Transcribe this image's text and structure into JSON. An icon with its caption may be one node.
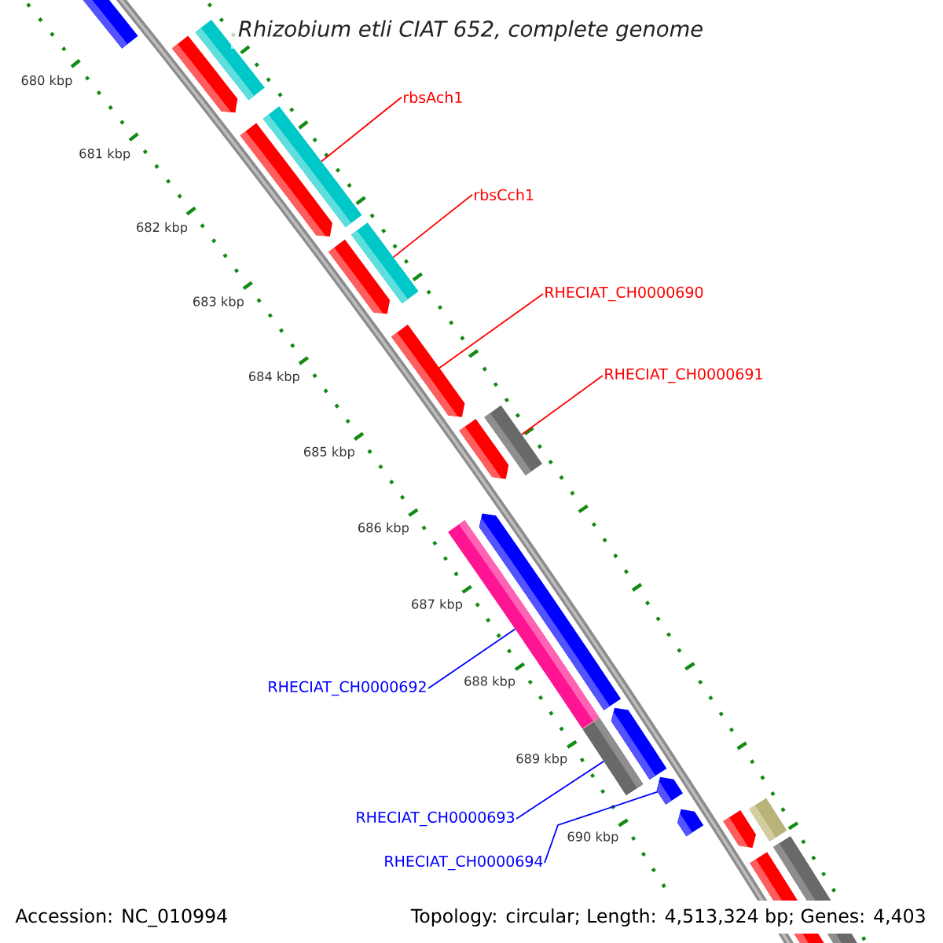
{
  "diagram": {
    "title": "Rhizobium etli CIAT 652, complete genome",
    "nodes": [
      {
        "text": [
          "rbsAch1"
        ]
      },
      {
        "text": [
          "rbsCch1"
        ]
      },
      {
        "text": [
          "RHECIAT_CH0000690"
        ]
      },
      {
        "text": [
          "RHECIAT_CH0000691"
        ]
      },
      {
        "text": [
          "RHECIAT_CH0000692"
        ]
      },
      {
        "text": [
          "RHECIAT_CH0000693"
        ]
      },
      {
        "text": [
          "RHECIAT_CH0000694"
        ]
      },
      {
        "text": [],
        "shape": "bar"
      },
      {
        "text": [],
        "shape": "bar"
      },
      {
        "text": [],
        "shape": "pentagon"
      },
      {
        "text": [],
        "shape": "bar"
      },
      {
        "text": [],
        "shape": "pentagon"
      },
      {
        "text": [],
        "shape": "bar"
      },
      {
        "text": [],
        "shape": "pentagon"
      },
      {
        "text": [],
        "shape": "pentagon"
      },
      {
        "text": [],
        "shape": "bar"
      },
      {
        "text": [],
        "shape": "pentagon"
      },
      {
        "text": [],
        "shape": "pentagon"
      },
      {
        "text": [],
        "shape": "bar"
      },
      {
        "text": [],
        "shape": "pentagon"
      },
      {
        "text": [],
        "shape": "bar"
      },
      {
        "text": [],
        "shape": "pentagon"
      },
      {
        "text": [],
        "shape": "bar"
      },
      {
        "text": [],
        "shape": "pentagon"
      },
      {
        "text": [],
        "shape": "pentagon"
      },
      {
        "text": [],
        "shape": "bar"
      },
      {
        "text": [],
        "shape": "bar"
      }
    ],
    "edges": [
      {
        "from": 0,
        "to": 10,
        "arrow": "none"
      },
      {
        "from": 1,
        "to": 12,
        "arrow": "none"
      },
      {
        "from": 2,
        "to": 14,
        "arrow": "none"
      },
      {
        "from": 3,
        "to": 15,
        "arrow": "none"
      },
      {
        "from": 4,
        "to": 18,
        "arrow": "none",
        "color": "#0000ff"
      },
      {
        "from": 5,
        "to": 20,
        "arrow": "none",
        "color": "#0000ff"
      },
      {
        "from": 6,
        "to": 21,
        "arrow": "none",
        "color": "#0000ff"
      }
    ],
    "labels": [
      "680 kbp",
      "681 kbp",
      "682 kbp",
      "683 kbp",
      "684 kbp",
      "685 kbp",
      "686 kbp",
      "687 kbp",
      "688 kbp",
      "689 kbp",
      "690 kbp",
      "Accession: NC_010994",
      "Topology: circular; Length: 4,513,324 bp; Genes: 4,403"
    ]
  }
}
